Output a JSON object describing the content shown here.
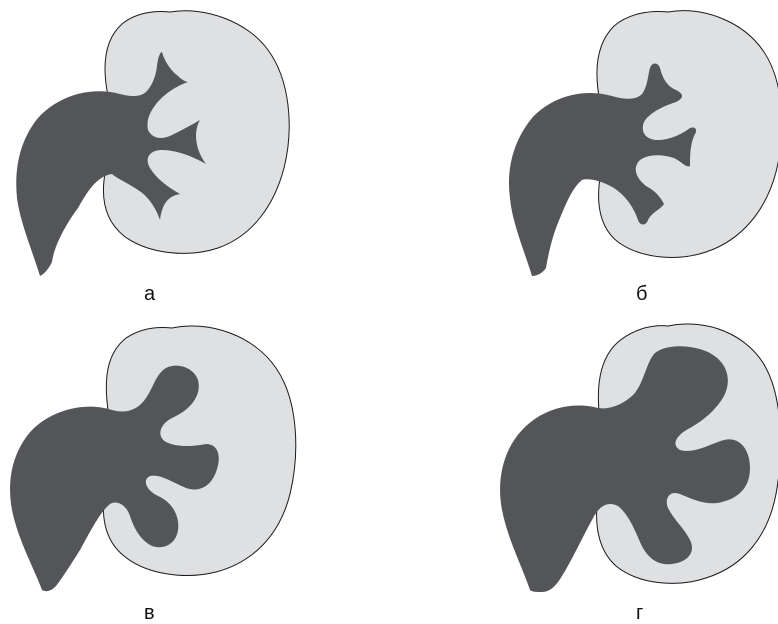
{
  "colors": {
    "kidney_fill": "#dfe0e2",
    "pelvis_fill": "#545558",
    "outline": "#1a1a1a",
    "background": "#ffffff"
  },
  "panels": [
    {
      "label": "а"
    },
    {
      "label": "б"
    },
    {
      "label": "в"
    },
    {
      "label": "г"
    }
  ]
}
